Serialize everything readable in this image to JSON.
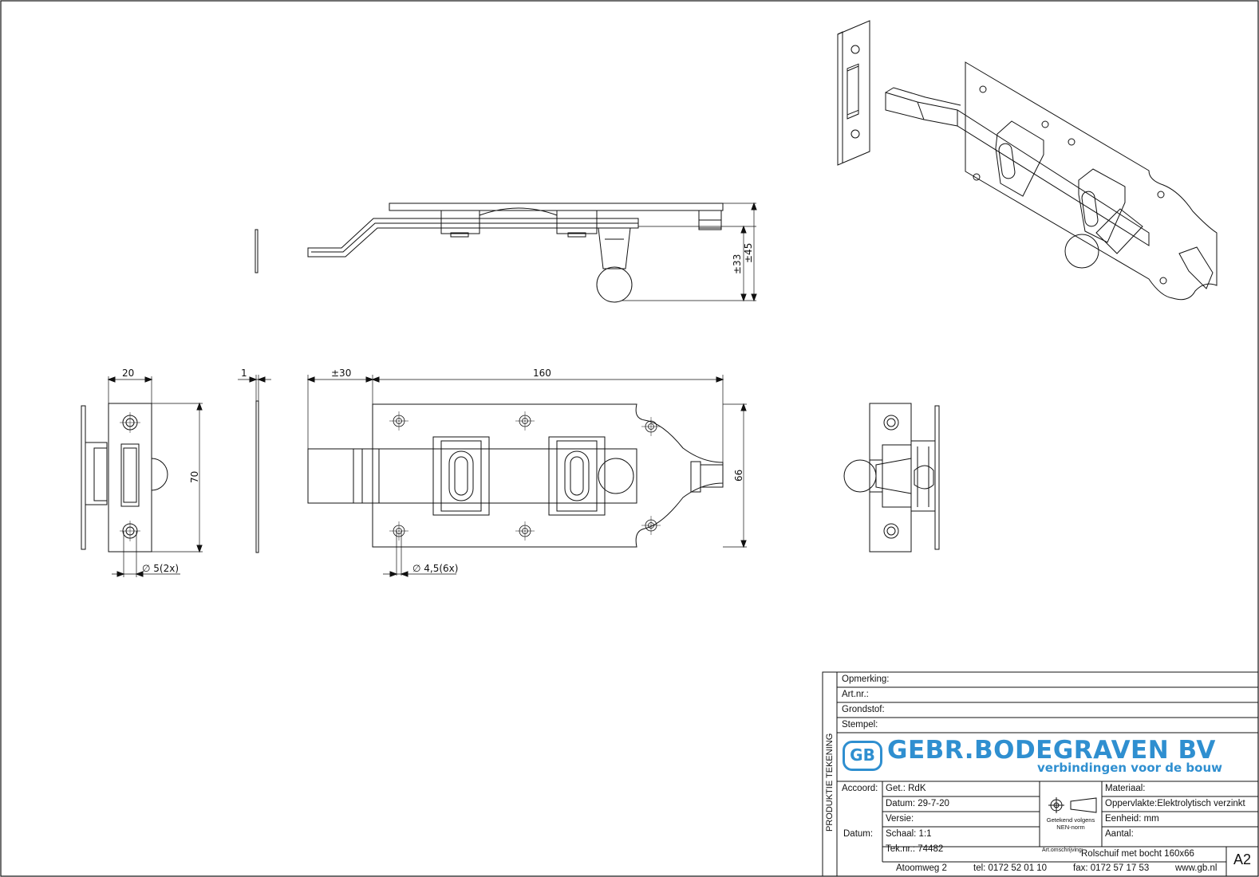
{
  "dimensions": {
    "strike_width": "20",
    "plate_thickness": "1",
    "bolt_extension": "±30",
    "plate_length": "160",
    "strike_height": "70",
    "plate_height": "66",
    "strike_hole": "∅ 5(2x)",
    "plate_hole": "∅ 4,5(6x)",
    "knob_height_33": "±33",
    "knob_height_45": "±45"
  },
  "title_block": {
    "side_label": "PRODUKTIE TEKENING",
    "opmerking": "Opmerking:",
    "art_nr": "Art.nr.:",
    "grondstof": "Grondstof:",
    "stempel": "Stempel:",
    "company_mark": "GB",
    "company_name": "GEBR.BODEGRAVEN BV",
    "company_tagline": "verbindingen voor de bouw",
    "accoord": "Accoord:",
    "datum_label": "Datum:",
    "getekend": "Get.: RdK",
    "datum": "Datum: 29-7-20",
    "versie": "Versie:",
    "schaal": "Schaal: 1:1",
    "tek_nr": "Tek.nr.: 74482",
    "norm_note": "Getekend volgens NEN-norm",
    "materiaal": "Materiaal:",
    "oppervlakte": "Oppervlakte:Elektrolytisch verzinkt",
    "eenheid": "Eenheid: mm",
    "aantal": "Aantal:",
    "art_omschrijving_label": "Art.omschrijving:",
    "art_omschrijving": "Rolschuif met bocht  160x66",
    "adres": "Atoomweg 2",
    "tel": "tel: 0172 52 01 10",
    "fax": "fax: 0172 57 17 53",
    "web": "www.gb.nl",
    "format": "A2"
  },
  "colors": {
    "line": "#111111",
    "logo_blue": "#2f8fd0"
  }
}
